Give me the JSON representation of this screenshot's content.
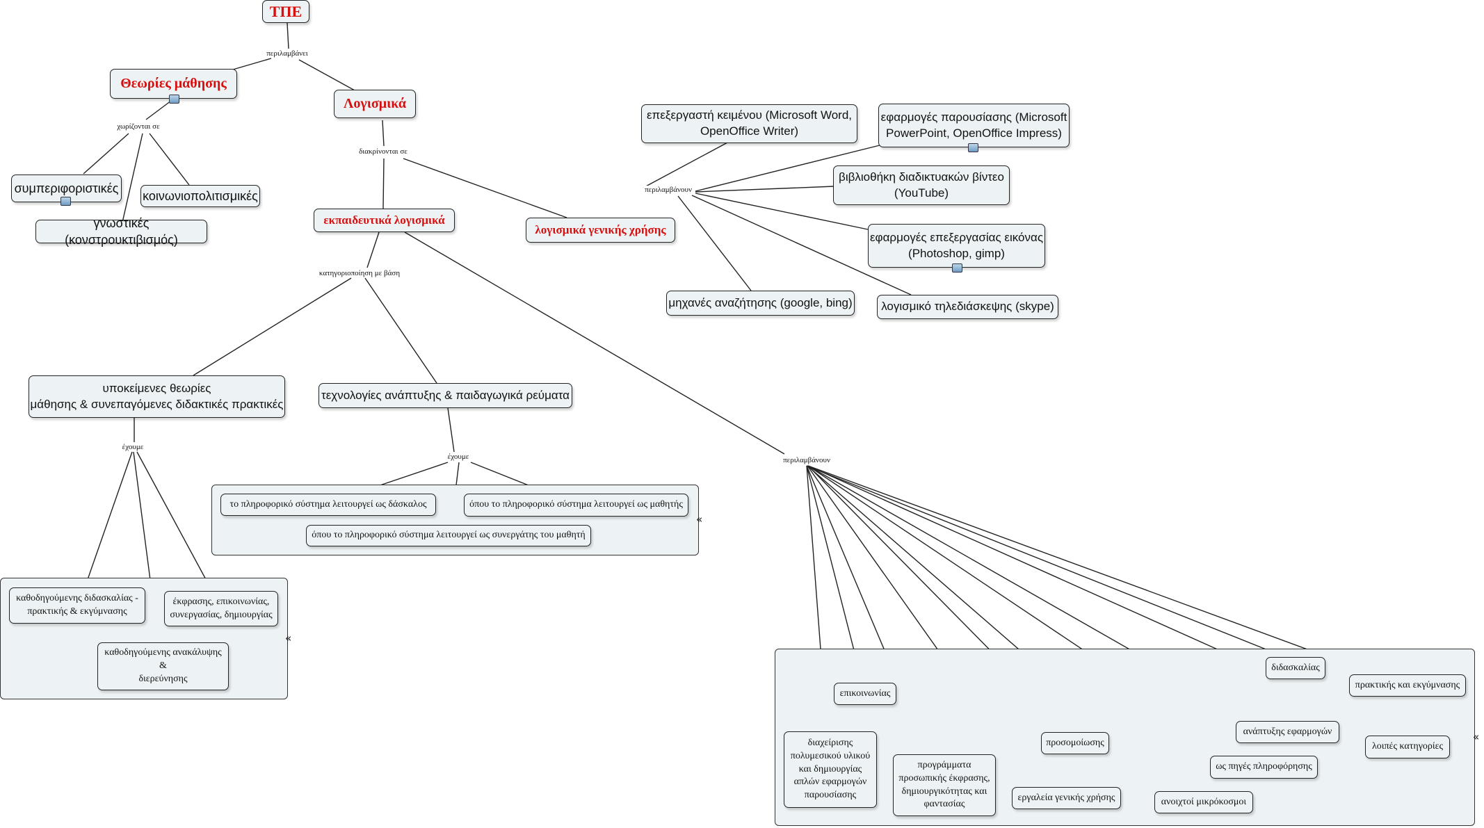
{
  "nodes": {
    "root": "ΤΠΕ",
    "learning_theories": "Θεωρίες μάθησης",
    "software": "Λογισμικά",
    "behaviorist": "συμπεριφοριστικές",
    "sociocultural": "κοινωνιοπολιτισμικές",
    "cognitive": "γνωστικές (κονστρουκτιβισμός)",
    "educational_software": "εκπαιδευτικά λογισμικά",
    "general_software": "λογισμικά γενικής χρήσης",
    "word_processor": "επεξεργαστή κειμένου (Microsoft Word,\nOpenOffice Writer)",
    "presentation": "εφαρμογές παρουσίασης (Microsoft\nPowerPoint, OpenOffice Impress)",
    "video_library": "βιβλιοθήκη διαδικτυακών βίντεο\n(YouTube)",
    "image_editing": "εφαρμογές επεξεργασίας εικόνας\n(Photoshop, gimp)",
    "search_engines": "μηχανές αναζήτησης (google, bing)",
    "teleconference": "λογισμικό τηλεδιάσκεψης (skype)",
    "underlying_theories": "υποκείμενες θεωρίες\nμάθησης & συνεπαγόμενες διδακτικές πρακτικές",
    "technologies": "τεχνολογίες ανάπτυξης & παιδαγωγικά ρεύματα",
    "teacher_system": "το πληροφορικό σύστημα λειτουργεί ως δάσκαλος",
    "student_system": "όπου το πληροφορικό σύστημα λειτουργεί ως μαθητής",
    "collaborator_system": "όπου το πληροφορικό σύστημα λειτουργεί ως συνεργάτης του μαθητή",
    "guided_teaching": "καθοδηγούμενης διδασκαλίας -\nπρακτικής & εκγύμνασης",
    "expression": "έκφρασης, επικοινωνίας,\nσυνεργασίας, δημιουργίας",
    "guided_discovery": "καθοδηγούμενης ανακάλυψης\n&\nδιερεύνησης",
    "cat_teaching": "διδασκαλίας",
    "cat_practice": "πρακτικής και εκγύμνασης",
    "cat_communication": "επικοινωνίας",
    "cat_app_dev": "ανάπτυξης εφαρμογών",
    "cat_other": "λοιπές κατηγορίες",
    "cat_simulation": "προσομοίωσης",
    "cat_info_sources": "ως πηγές πληροφόρησης",
    "cat_multimedia": "διαχείρισης\nπολυμεσικού υλικού\nκαι δημιουργίας\nαπλών εφαρμογών\nπαρουσίασης",
    "cat_expression_programs": "προγράμματα\nπροσωπικής έκφρασης,\nδημιουργικότητας και\nφαντασίας",
    "cat_general_tools": "εργαλεία γενικής χρήσης",
    "cat_microworlds": "ανοιχτοί μικρόκοσμοι"
  },
  "link_labels": {
    "includes": "περιλαμβάνει",
    "divided_into": "χωρίζονται σε",
    "distinguished_into": "διακρίνονται σε",
    "include_general": "περιλαμβάνουν",
    "categorization": "κατηγοριοποίηση με βάση",
    "we_have_left": "έχουμε",
    "we_have_mid": "έχουμε",
    "include_educational": "περιλαμβάνουν"
  },
  "icons": {
    "learning_theories": "document-icon",
    "behaviorist": "audio-icon",
    "presentation": "image-icon",
    "image_editing": "image-icon"
  },
  "colors": {
    "node_fill": "#edf3f5",
    "title_red": "#d60f0f",
    "line": "#222222"
  }
}
